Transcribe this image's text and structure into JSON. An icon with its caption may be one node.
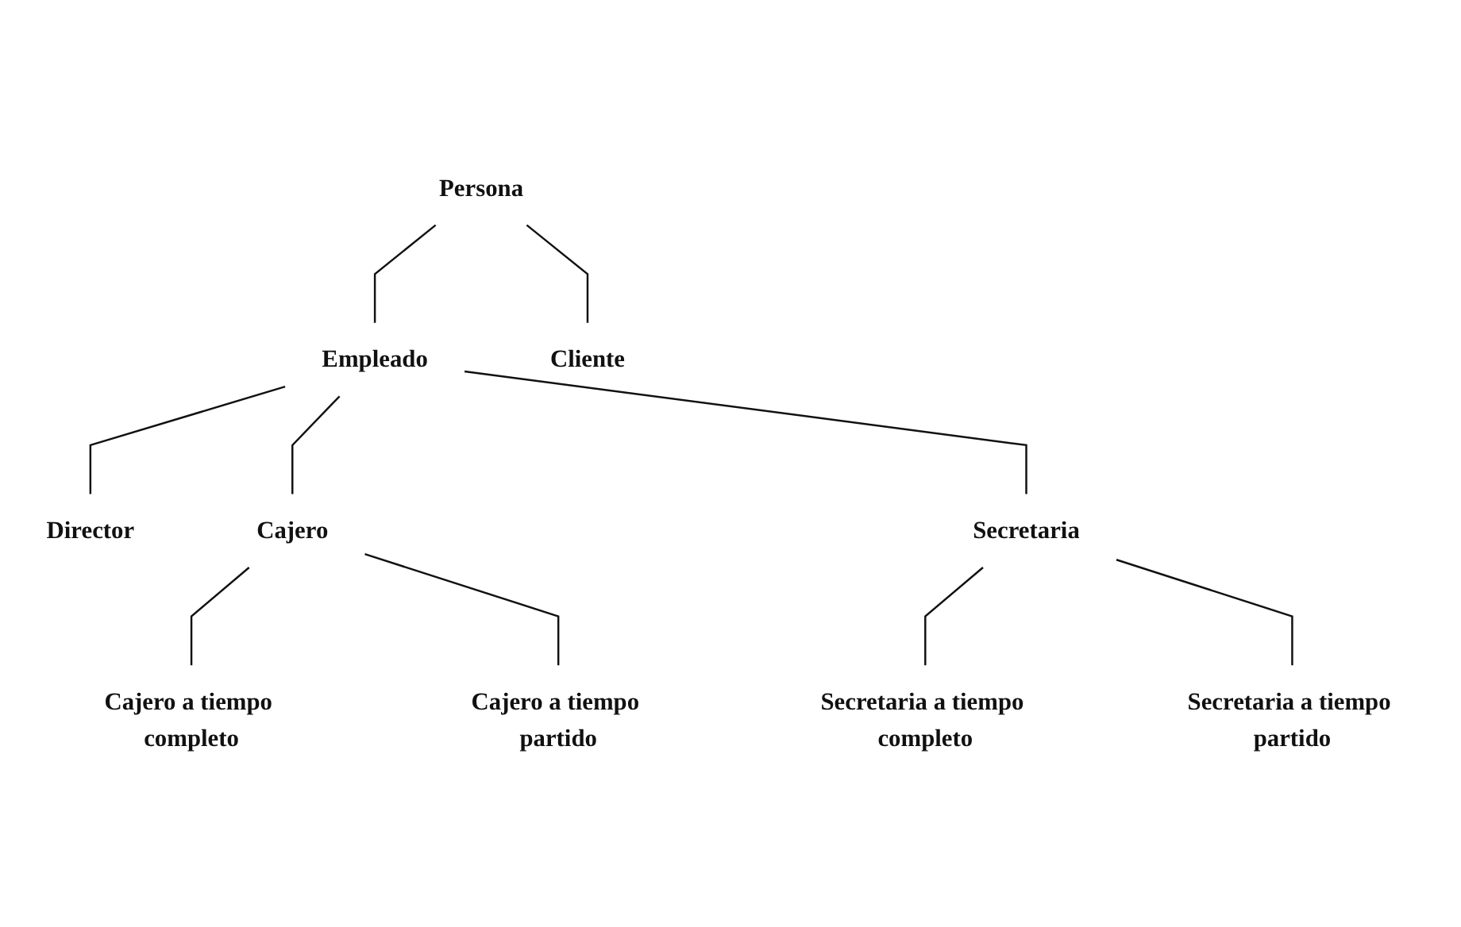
{
  "diagram": {
    "nodes": [
      {
        "text": [
          "Persona"
        ]
      },
      {
        "text": [
          "Empleado"
        ]
      },
      {
        "text": [
          "Director"
        ]
      },
      {
        "text": [
          "Cajero"
        ]
      },
      {
        "text": [
          "Secretaria"
        ]
      },
      {
        "text": [
          "Cliente"
        ]
      },
      {
        "text": [
          "Cajero a tiempo completo"
        ]
      },
      {
        "text": [
          "Cajero a tiempo partido"
        ]
      },
      {
        "text": [
          "Secretaria a tiempo completo"
        ]
      },
      {
        "text": [
          "Secretaria a tiempo partido"
        ]
      }
    ],
    "edges": [
      {
        "from": 0,
        "to": 1,
        "arrow": "none"
      },
      {
        "from": 0,
        "to": 5,
        "arrow": "none"
      },
      {
        "from": 1,
        "to": 2,
        "arrow": "none"
      },
      {
        "from": 1,
        "to": 3,
        "arrow": "none"
      },
      {
        "from": 1,
        "to": 4,
        "arrow": "none"
      },
      {
        "from": 3,
        "to": 6,
        "arrow": "none"
      },
      {
        "from": 3,
        "to": 7,
        "arrow": "none"
      },
      {
        "from": 4,
        "to": 8,
        "arrow": "none"
      },
      {
        "from": 4,
        "to": 9,
        "arrow": "none"
      }
    ]
  }
}
